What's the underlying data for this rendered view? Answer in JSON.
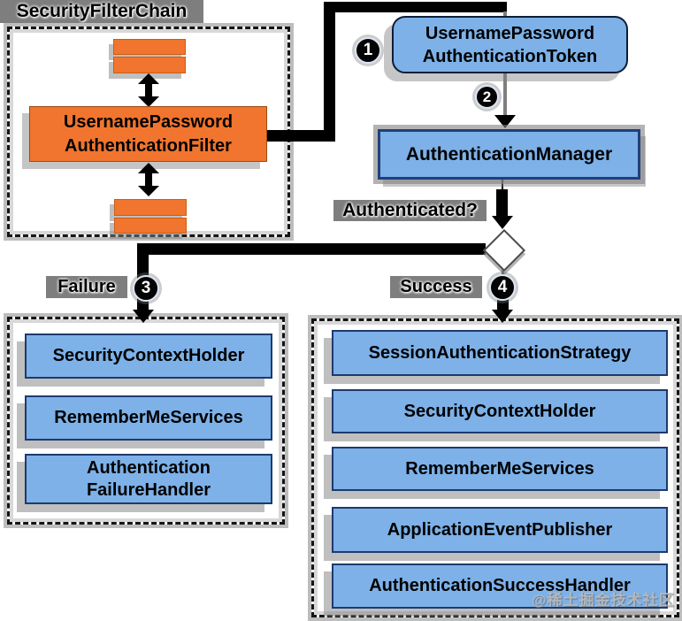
{
  "title": "SecurityFilterChain",
  "filter_chain": {
    "filter": {
      "line1": "UsernamePassword",
      "line2": "AuthenticationFilter"
    }
  },
  "token": {
    "line1": "UsernamePassword",
    "line2": "AuthenticationToken"
  },
  "manager": {
    "label": "AuthenticationManager"
  },
  "decision": {
    "label": "Authenticated?"
  },
  "steps": {
    "one": "1",
    "two": "2",
    "three": "3",
    "four": "4"
  },
  "failure": {
    "label": "Failure",
    "boxes": [
      {
        "line1": "SecurityContextHolder"
      },
      {
        "line1": "RememberMeServices"
      },
      {
        "line1": "Authentication",
        "line2": "FailureHandler"
      }
    ]
  },
  "success": {
    "label": "Success",
    "boxes": [
      {
        "line1": "SessionAuthenticationStrategy"
      },
      {
        "line1": "SecurityContextHolder"
      },
      {
        "line1": "RememberMeServices"
      },
      {
        "line1": "ApplicationEventPublisher"
      },
      {
        "line1": "AuthenticationSuccessHandler"
      }
    ]
  },
  "watermark": "@稀土掘金技术社区",
  "colors": {
    "orange": "#f1752e",
    "blue": "#7db1e8",
    "navy": "#1d3a6e",
    "shadow_gray": "#808080"
  }
}
